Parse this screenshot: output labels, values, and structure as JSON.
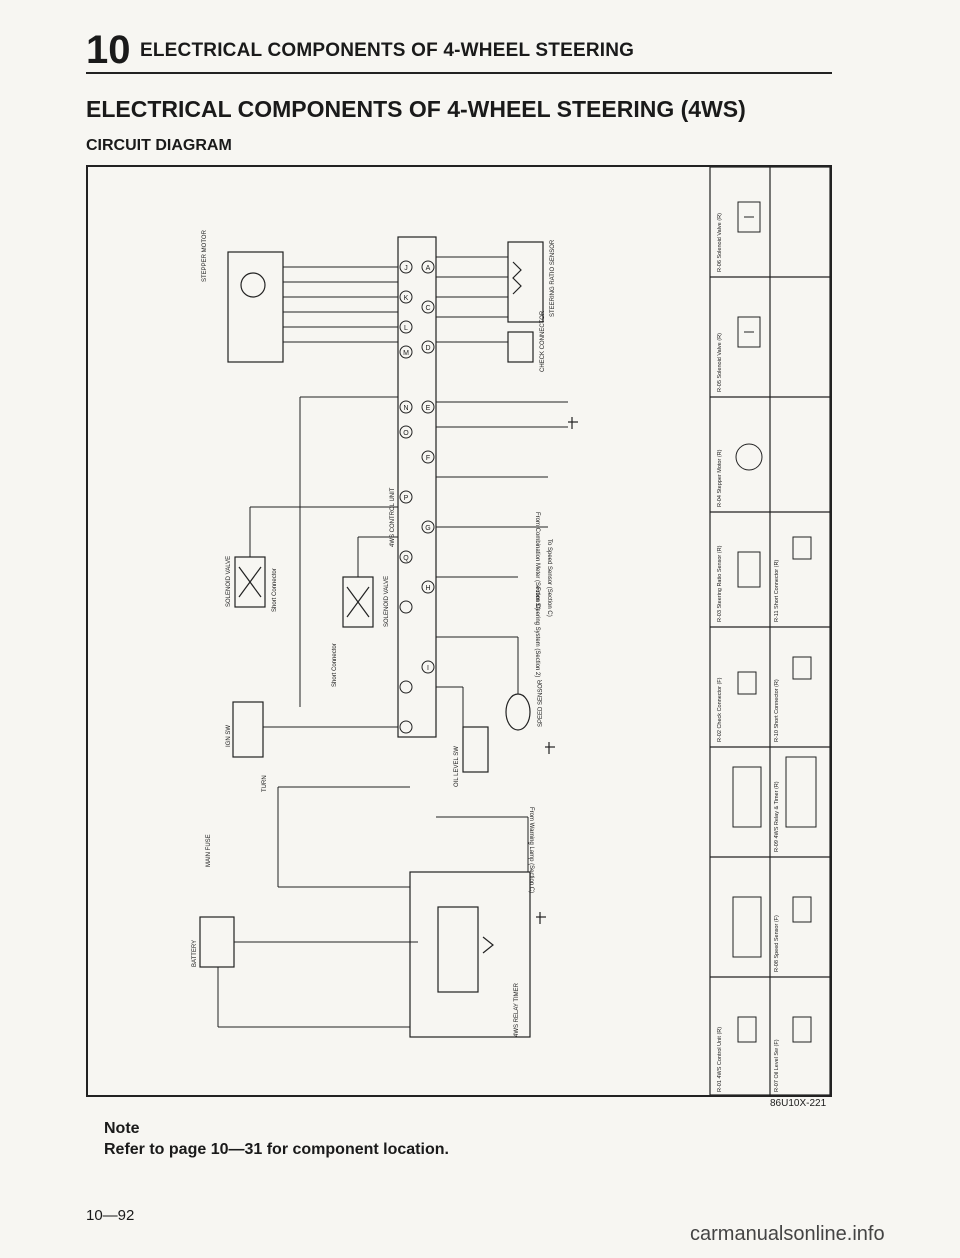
{
  "header": {
    "chapter_number": "10",
    "chapter_title": "ELECTRICAL COMPONENTS OF 4-WHEEL STEERING"
  },
  "main_title": "ELECTRICAL COMPONENTS OF 4-WHEEL STEERING (4WS)",
  "section_title": "CIRCUIT DIAGRAM",
  "diagram": {
    "figure_code": "86U10X-221",
    "component_labels": {
      "battery": "BATTERY",
      "main_fuse": "MAIN FUSE",
      "ign_sw": "IGN SW",
      "turn_fuse": "TURN",
      "stepper_motor": "STEPPER MOTOR",
      "solenoid_valve_1": "SOLENOID VALVE",
      "solenoid_valve_2": "SOLENOID VALVE",
      "short_connector_1": "Short Connector",
      "short_connector_2": "Short Connector",
      "control_unit": "4WS CONTROL UNIT",
      "steering_sensor": "STEERING RATIO SENSOR",
      "check_connector": "CHECK CONNECTOR",
      "oil_level_sw": "OIL LEVEL SW",
      "speed_sensor": "SPEED SENSOR",
      "relay_timer": "4WS RELAY TIMER",
      "meter_note": "From Combination Meter (Section C)",
      "speed_note": "To Speed Sensor (Section C)",
      "theft_note": "From Steering System (Section 2)",
      "lamp_note": "From Warning Lamp (Section C)"
    },
    "terminals": [
      "A",
      "C",
      "D",
      "E",
      "F",
      "G",
      "H",
      "I",
      "J",
      "K",
      "L",
      "M",
      "N",
      "O",
      "P",
      "Q"
    ],
    "connector_panel_top": [
      "R-06 Solenoid Valve (R)",
      "R-05 Solenoid Valve (R)",
      "R-04 Stepper Motor (R)",
      "R-03 Steering Ratio Sensor (R)",
      "R-02 Check Connector (F)",
      "R-01 4WS Control Unit (R)"
    ],
    "connector_panel_bottom": [
      "R-11 Short Connector (R)",
      "R-10 Short Connector (R)",
      "R-09 4WS Relay & Timer (R)",
      "R-08 Speed Sensor (F)",
      "R-07 Oil Level Sw (F)"
    ]
  },
  "note": {
    "heading": "Note",
    "text": "Refer to page 10—31 for component location."
  },
  "page_number": "10—92",
  "watermark": "carmanualsonline.info"
}
